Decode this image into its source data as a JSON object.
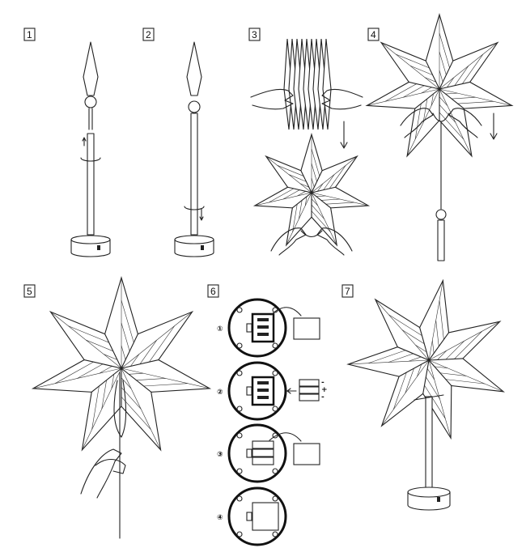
{
  "steps": [
    {
      "number": "1"
    },
    {
      "number": "2"
    },
    {
      "number": "3"
    },
    {
      "number": "4"
    },
    {
      "number": "5"
    },
    {
      "number": "6"
    },
    {
      "number": "7"
    }
  ],
  "battery_substeps": [
    "①",
    "②",
    "③",
    "④"
  ],
  "battery_polarity": [
    "-",
    "+",
    "-"
  ]
}
